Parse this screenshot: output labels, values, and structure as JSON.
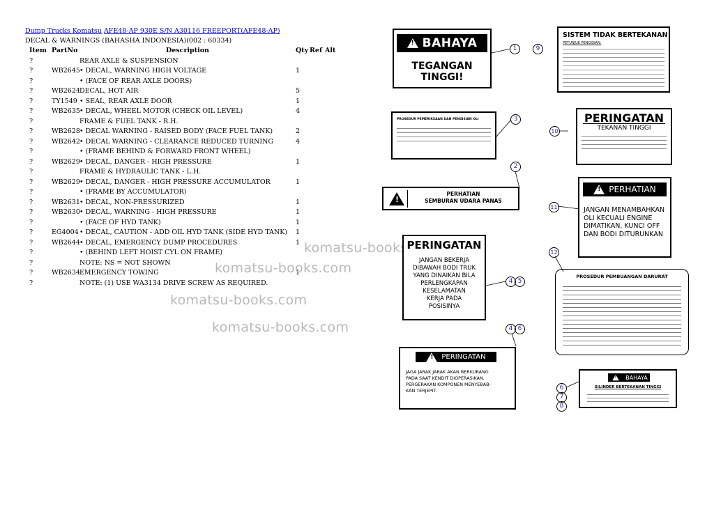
{
  "breadcrumb": {
    "link1": "Dump Trucks Komatsu",
    "link2": "AFE48-AP 930E S/N A30116 FREEPORT(AFE48-AP)",
    "subtitle": "DECAL & WARNINGS (BAHASHA INDONESIA)(002 : 60334)"
  },
  "table": {
    "headers": [
      "Item",
      "PartNo",
      "Description",
      "Qty",
      "Ref",
      "Alt"
    ],
    "rows": [
      {
        "item": "?",
        "part": "",
        "desc": "REAR AXLE & SUSPENSION",
        "qty": ""
      },
      {
        "item": "?",
        "part": "WB2645",
        "desc": "• DECAL, WARNING HIGH VOLTAGE",
        "qty": "1"
      },
      {
        "item": "?",
        "part": "",
        "desc": "• (FACE OF REAR AXLE DOORS)",
        "qty": ""
      },
      {
        "item": "?",
        "part": "WB2624",
        "desc": "DECAL, HOT AIR",
        "qty": "5"
      },
      {
        "item": "?",
        "part": "TY1549",
        "desc": "• SEAL, REAR AXLE DOOR",
        "qty": "1"
      },
      {
        "item": "?",
        "part": "WB2635",
        "desc": "• DECAL, WHEEL MOTOR (CHECK OIL LEVEL)",
        "qty": "4"
      },
      {
        "item": "?",
        "part": "",
        "desc": "FRAME & FUEL TANK - R.H.",
        "qty": ""
      },
      {
        "item": "?",
        "part": "WB2628",
        "desc": "• DECAL WARNING - RAISED BODY (FACE FUEL TANK)",
        "qty": "2"
      },
      {
        "item": "?",
        "part": "WB2642",
        "desc": "• DECAL WARNING - CLEARANCE REDUCED TURNING",
        "qty": "4"
      },
      {
        "item": "?",
        "part": "",
        "desc": "• (FRAME BEHIND & FORWARD FRONT WHEEL)",
        "qty": ""
      },
      {
        "item": "?",
        "part": "WB2629",
        "desc": "• DECAL, DANGER - HIGH PRESSURE",
        "qty": "1"
      },
      {
        "item": "?",
        "part": "",
        "desc": "FRAME & HYDRAULIC TANK - L.H.",
        "qty": ""
      },
      {
        "item": "?",
        "part": "WB2629",
        "desc": "• DECAL, DANGER - HIGH PRESSURE ACCUMULATOR",
        "qty": "1"
      },
      {
        "item": "?",
        "part": "",
        "desc": "• (FRAME BY ACCUMULATOR)",
        "qty": ""
      },
      {
        "item": "?",
        "part": "WB2631",
        "desc": "• DECAL, NON-PRESSURIZED",
        "qty": "1"
      },
      {
        "item": "?",
        "part": "WB2630",
        "desc": "• DECAL, WARNING - HIGH PRESSURE",
        "qty": "1"
      },
      {
        "item": "?",
        "part": "",
        "desc": "• (FACE OF HYD TANK)",
        "qty": "1"
      },
      {
        "item": "?",
        "part": "EG4004",
        "desc": "• DECAL, CAUTION - ADD OIL HYD TANK (SIDE HYD TANK)",
        "qty": "1"
      },
      {
        "item": "?",
        "part": "WB2644",
        "desc": "• DECAL, EMERGENCY DUMP PROCEDURES",
        "qty": "1"
      },
      {
        "item": "?",
        "part": "",
        "desc": "• (BEHIND LEFT HOIST CYL ON FRAME)",
        "qty": ""
      },
      {
        "item": "?",
        "part": "",
        "desc": "NOTE: NS = NOT SHOWN",
        "qty": ""
      },
      {
        "item": "?",
        "part": "WB2634",
        "desc": "EMERGENCY TOWING",
        "qty": "1"
      },
      {
        "item": "?",
        "part": "",
        "desc": "NOTE: (1) USE WA3134 DRIVE SCREW AS REQUIRED.",
        "qty": ""
      }
    ]
  },
  "watermark": "komatsu-books.com",
  "decals": {
    "bahaya1": {
      "head": "BAHAYA",
      "l1": "TEGANGAN",
      "l2": "TINGGI!"
    },
    "sistem": {
      "head": "SISTEM TIDAK BERTEKANAN",
      "sub": "PETUNJUK PENGISIAN:"
    },
    "prosedur_oli": {
      "head": "PROSEDUR PEMERIKSAAN DAN PENGISIAN OLI"
    },
    "peringatan_tekanan": {
      "head": "PERINGATAN",
      "sub": "TEKANAN TINGGI"
    },
    "perhatian_udara": {
      "l1": "PERHATIAN",
      "l2": "SEMBURAN UDARA PANAS"
    },
    "perhatian_oli": {
      "head": "PERHATIAN",
      "l1": "JANGAN MENAMBAHKAN",
      "l2": "OLI KECUALI ENGINE",
      "l3": "DIMATIKAN, KUNCI OFF",
      "l4": "DAN BODI DITURUNKAN"
    },
    "peringatan_bodi": {
      "head": "PERINGATAN",
      "l1": "JANGAN BEKERJA",
      "l2": "DIBAWAH BODI TRUK",
      "l3": "YANG DINAIKAN BILA",
      "l4": "PERLENGKAPAN",
      "l5": "KESELAMATAN",
      "l6": "KERJA PADA",
      "l7": "POSISINYA"
    },
    "prosedur_darurat": {
      "head": "PROSEDUR PEMBUANGAN DARURAT"
    },
    "peringatan_jarak": {
      "head": "PERINGATAN",
      "l1": "JAGA JARAK JARAK AKAN BERKURANG",
      "l2": "PADA SAAT KENDIT DIOPERASIKAN.",
      "l3": "PERGERAKAN KOMPONEN MENYEBAB-",
      "l4": "KAN TERJEPIT."
    },
    "bahaya2": {
      "head": "BAHAYA",
      "sub": "SILINDER BERTEKANAN TINGGI"
    }
  },
  "callouts": [
    "1",
    "9",
    "3",
    "10",
    "2",
    "11",
    "12",
    "4",
    "5",
    "4",
    "6",
    "6",
    "7",
    "8"
  ]
}
